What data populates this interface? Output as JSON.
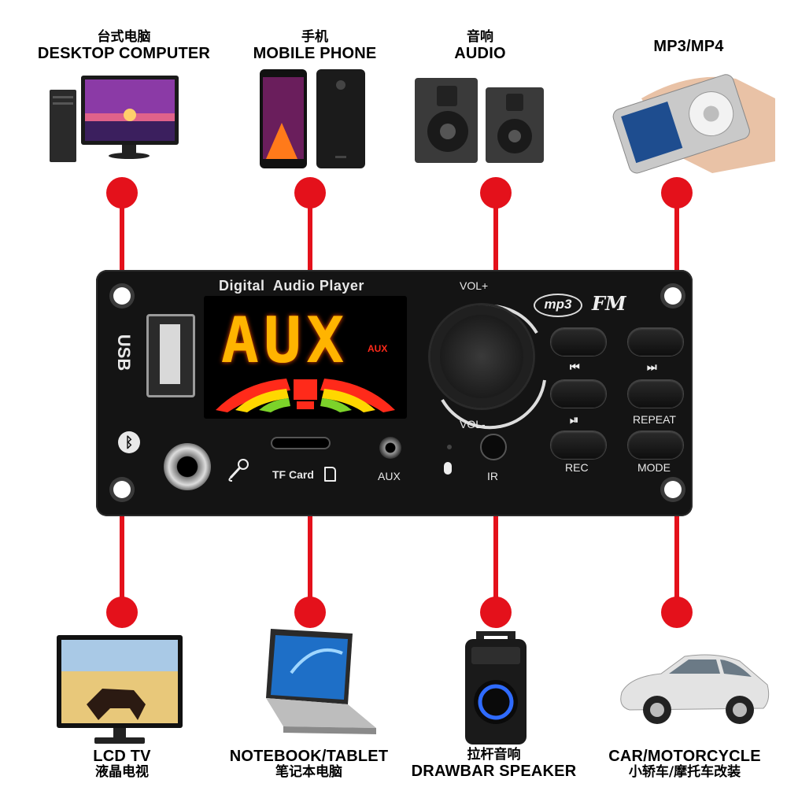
{
  "devices_top": [
    {
      "zh": "台式电脑",
      "en": "DESKTOP COMPUTER",
      "icon": "desktop-computer"
    },
    {
      "zh": "手机",
      "en": "MOBILE PHONE",
      "icon": "mobile-phone"
    },
    {
      "zh": "音响",
      "en": "AUDIO",
      "icon": "speakers"
    },
    {
      "en": "MP3/MP4",
      "icon": "mp3-player"
    }
  ],
  "devices_bottom": [
    {
      "en": "LCD TV",
      "zh": "液晶电视",
      "icon": "lcd-tv"
    },
    {
      "en": "NOTEBOOK/TABLET",
      "zh": "笔记本电脑",
      "icon": "laptop"
    },
    {
      "zh": "拉杆音响",
      "en": "DRAWBAR SPEAKER",
      "icon": "drawbar-speaker"
    },
    {
      "en": "CAR/MOTORCYCLE",
      "zh": "小轿车/摩托车改装",
      "icon": "car"
    }
  ],
  "board": {
    "title": "Digital  Audio Player",
    "display_text": "AUX",
    "display_small": "AUX",
    "usb_label": "USB",
    "vol_plus": "VOL+",
    "vol_minus": "VOL-",
    "brand_mp3": "mp3",
    "brand_fm": "FM",
    "tf_label": "TF Card",
    "aux_label": "AUX",
    "ir_label": "IR",
    "buttons": {
      "prev": "⏮",
      "next": "⏭",
      "play_pause": "⏯",
      "repeat": "REPEAT",
      "rec": "REC",
      "mode": "MODE"
    }
  },
  "colors": {
    "accent_red": "#e4111b",
    "board": "#141414",
    "display_yellow": "#ffb400",
    "display_red": "#ff2a1a"
  }
}
